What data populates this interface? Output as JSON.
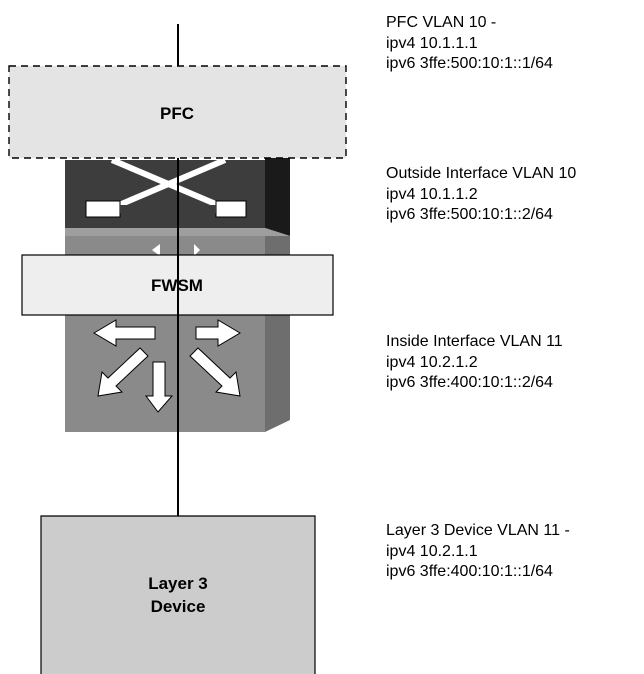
{
  "diagram": {
    "pfc": {
      "label": "PFC"
    },
    "fwsm": {
      "label": "FWSM"
    },
    "layer3": {
      "label_line1": "Layer 3",
      "label_line2": "Device"
    },
    "annotations": [
      {
        "title": "PFC  VLAN 10 -",
        "ipv4": "ipv4 10.1.1.1",
        "ipv6": "ipv6 3ffe:500:10:1::1/64"
      },
      {
        "title": "Outside Interface VLAN 10",
        "ipv4": "ipv4 10.1.1.2",
        "ipv6": "ipv6 3ffe:500:10:1::2/64"
      },
      {
        "title": "Inside Interface VLAN 11",
        "ipv4": "ipv4 10.2.1.2",
        "ipv6": "ipv6 3ffe:400:10:1::2/64"
      },
      {
        "title": "Layer 3 Device VLAN 11 -",
        "ipv4": "ipv4 10.2.1.1",
        "ipv6": "ipv6 3ffe:400:10:1::1/64"
      }
    ]
  }
}
